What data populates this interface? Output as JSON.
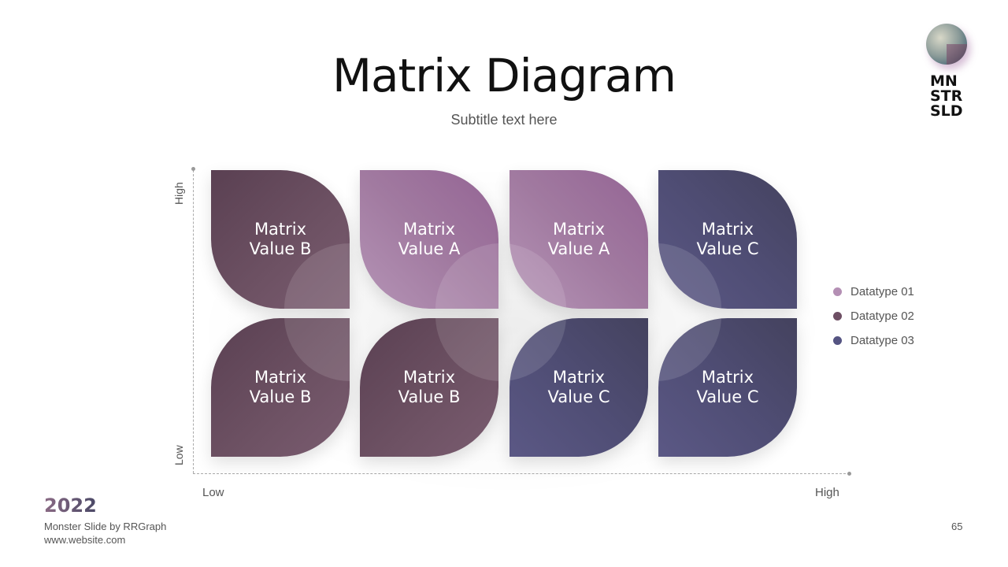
{
  "header": {
    "title": "Matrix Diagram",
    "subtitle": "Subtitle text here"
  },
  "logo": {
    "text": [
      "MN",
      "STR",
      "SLD"
    ]
  },
  "axes": {
    "y_high": "High",
    "y_low": "Low",
    "x_low": "Low",
    "x_high": "High"
  },
  "matrix": [
    {
      "line1": "Matrix",
      "line2": "Value B",
      "type": "B"
    },
    {
      "line1": "Matrix",
      "line2": "Value A",
      "type": "A"
    },
    {
      "line1": "Matrix",
      "line2": "Value A",
      "type": "A"
    },
    {
      "line1": "Matrix",
      "line2": "Value C",
      "type": "C"
    },
    {
      "line1": "Matrix",
      "line2": "Value B",
      "type": "B"
    },
    {
      "line1": "Matrix",
      "line2": "Value B",
      "type": "B"
    },
    {
      "line1": "Matrix",
      "line2": "Value C",
      "type": "C"
    },
    {
      "line1": "Matrix",
      "line2": "Value C",
      "type": "C"
    }
  ],
  "legend": [
    {
      "label": "Datatype  01",
      "color": "#b48fb4"
    },
    {
      "label": "Datatype  02",
      "color": "#6e4f64"
    },
    {
      "label": "Datatype  03",
      "color": "#555482"
    }
  ],
  "footer": {
    "year": "2022",
    "by": "Monster Slide  by RRGraph",
    "website": "www.website.com",
    "page": "65"
  }
}
